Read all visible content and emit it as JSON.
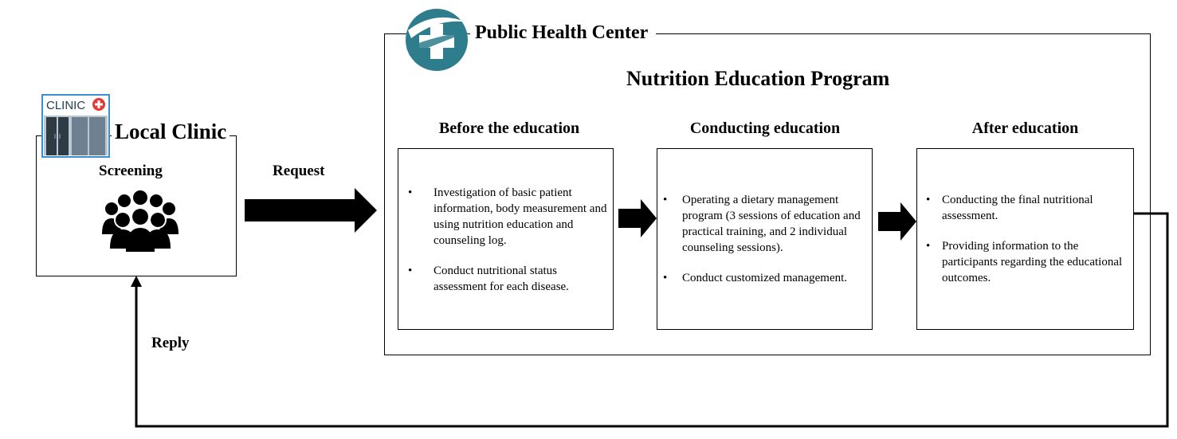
{
  "local_clinic": {
    "title": "Local Clinic",
    "sign_text": "CLINIC",
    "step": "Screening"
  },
  "flows": {
    "request": "Request",
    "reply": "Reply"
  },
  "public_health_center": {
    "title": "Public Health Center",
    "program_title": "Nutrition Education Program",
    "stages": [
      {
        "title": "Before the education",
        "items": [
          "Investigation of basic patient information, body measurement and using nutrition education and counseling log.",
          "Conduct nutritional status assessment for each disease."
        ]
      },
      {
        "title": "Conducting  education",
        "items": [
          "Operating a dietary management program (3 sessions of education and practical training, and 2 individual counseling sessions).",
          "Conduct customized management."
        ]
      },
      {
        "title": "After education",
        "items": [
          "Conducting the final nutritional assessment.",
          "Providing information to the participants regarding the educational outcomes."
        ]
      }
    ]
  },
  "colors": {
    "logo_teal": "#2e7d8c",
    "clinic_blue": "#3a8fd1",
    "clinic_red": "#e53935",
    "door_dark": "#2f3b44",
    "arrow": "#000000"
  }
}
